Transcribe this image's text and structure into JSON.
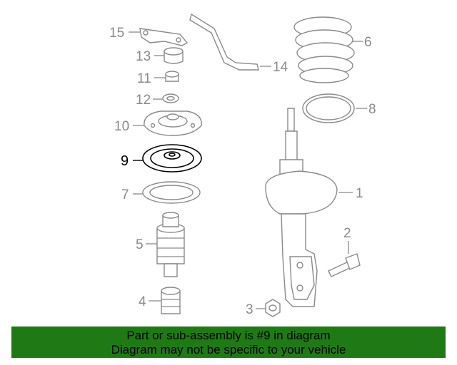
{
  "diagram": {
    "highlight_color": "#000000",
    "part_color": "#8a8a8a",
    "callouts": {
      "c15": "15",
      "c13": "13",
      "c11": "11",
      "c12": "12",
      "c10": "10",
      "c9": "9",
      "c7": "7",
      "c5": "5",
      "c4": "4",
      "c3": "3",
      "c14": "14",
      "c6": "6",
      "c8": "8",
      "c1": "1",
      "c2": "2"
    }
  },
  "banner": {
    "color": "#1f7a16",
    "line1": "Part or sub-assembly is #9 in diagram",
    "line2": "Diagram may not be specific to your vehicle"
  }
}
